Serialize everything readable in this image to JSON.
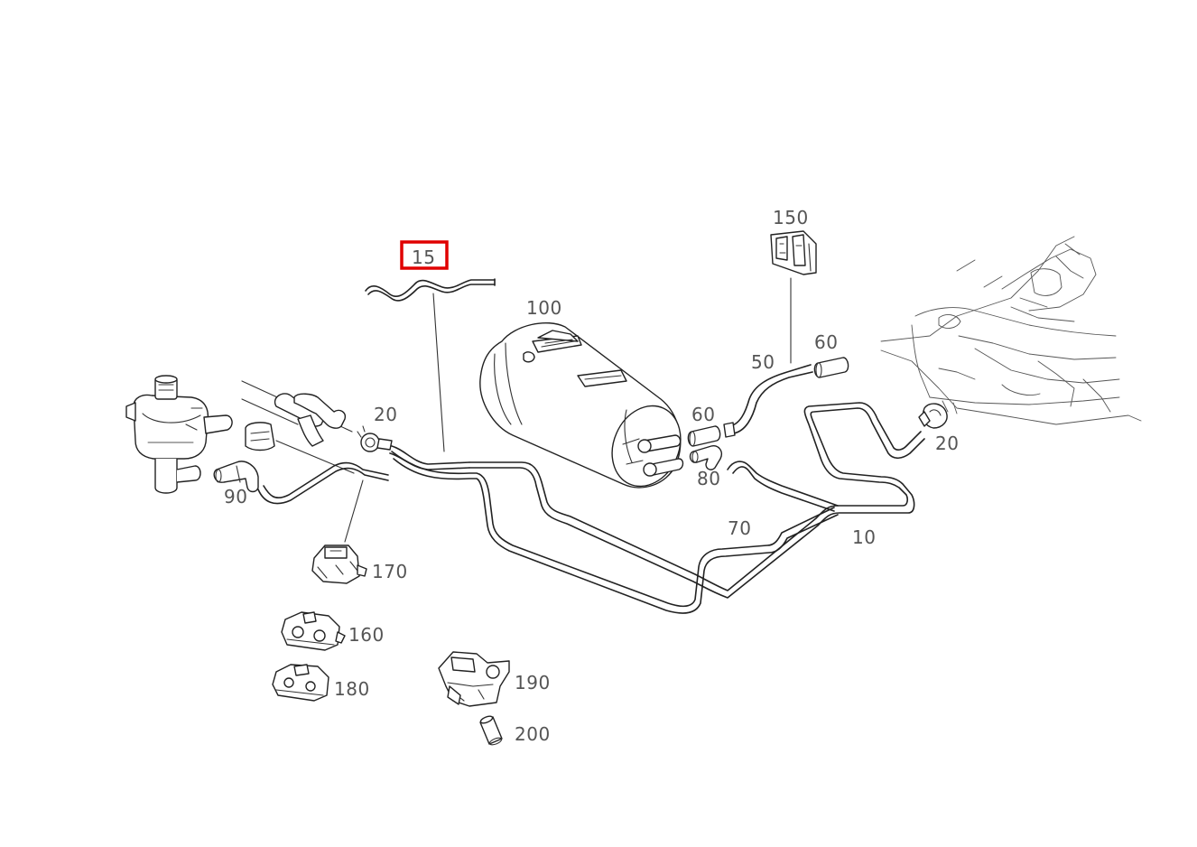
{
  "parts": [
    {
      "id": "p15",
      "label": "15",
      "highlighted": true
    },
    {
      "id": "p100",
      "label": "100"
    },
    {
      "id": "p150",
      "label": "150"
    },
    {
      "id": "p50",
      "label": "50"
    },
    {
      "id": "p60a",
      "label": "60"
    },
    {
      "id": "p60b",
      "label": "60"
    },
    {
      "id": "p20a",
      "label": "20"
    },
    {
      "id": "p20b",
      "label": "20"
    },
    {
      "id": "p80",
      "label": "80"
    },
    {
      "id": "p90",
      "label": "90"
    },
    {
      "id": "p70",
      "label": "70"
    },
    {
      "id": "p10",
      "label": "10"
    },
    {
      "id": "p170",
      "label": "170"
    },
    {
      "id": "p160",
      "label": "160"
    },
    {
      "id": "p180",
      "label": "180"
    },
    {
      "id": "p190",
      "label": "190"
    },
    {
      "id": "p200",
      "label": "200"
    }
  ],
  "colors": {
    "highlight": "#e00000",
    "line": "#222222",
    "label": "#555555"
  }
}
